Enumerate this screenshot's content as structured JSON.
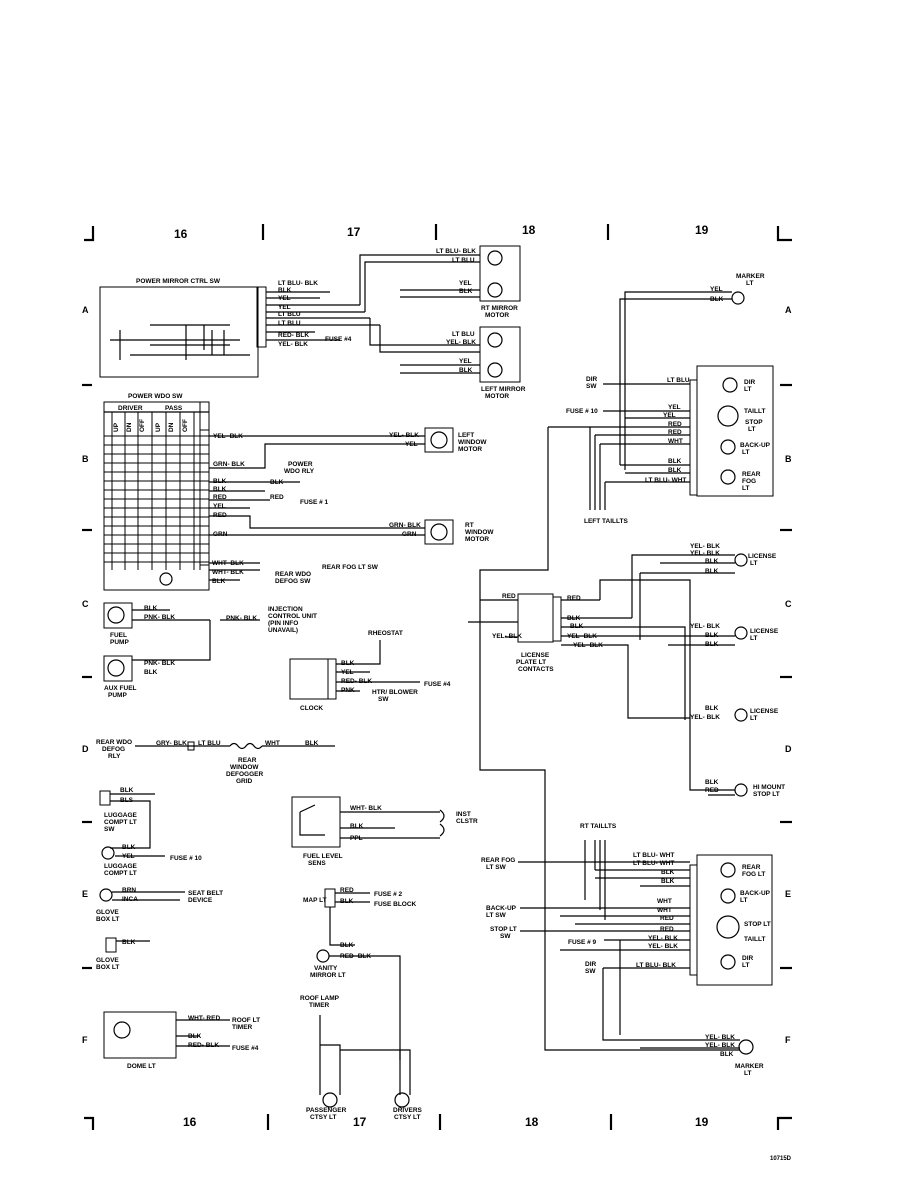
{
  "grid": {
    "columns_top": [
      "16",
      "17",
      "18",
      "19"
    ],
    "columns_bottom": [
      "16",
      "17",
      "18",
      "19"
    ],
    "rows_left": [
      "A",
      "B",
      "C",
      "D",
      "E",
      "F"
    ],
    "rows_right": [
      "A",
      "B",
      "C",
      "D",
      "E",
      "F"
    ],
    "figure_id": "10715D"
  },
  "components": {
    "power_mirror_ctrl_sw": "POWER MIRROR CTRL SW",
    "rt_mirror_motor": [
      "RT MIRROR",
      "MOTOR"
    ],
    "left_mirror_motor": [
      "LEFT MIRROR",
      "MOTOR"
    ],
    "fuse4": "FUSE #4",
    "power_wdo_sw": "POWER WDO SW",
    "driver": "DRIVER",
    "pass": "PASS",
    "sw_cols": [
      "UP",
      "DN",
      "OFF",
      "UP",
      "DN",
      "OFF"
    ],
    "left_window_motor": [
      "LEFT",
      "WINDOW",
      "MOTOR"
    ],
    "power_wdo_rly": [
      "POWER",
      "WDO RLY"
    ],
    "fuse1": "FUSE # 1",
    "rt_window_motor": [
      "RT",
      "WINDOW",
      "MOTOR"
    ],
    "rear_fog_lt_sw": "REAR FOG LT SW",
    "rear_wdo_defog_sw": [
      "REAR WDO",
      "DEFOG SW"
    ],
    "injection": [
      "INJECTION",
      "CONTROL UNIT",
      "(PIN INFO",
      "UNAVAIL)"
    ],
    "fuel_pump": [
      "FUEL",
      "PUMP"
    ],
    "aux_fuel_pump": [
      "AUX FUEL",
      "PUMP"
    ],
    "rheostat": "RHEOSTAT",
    "clock": "CLOCK",
    "htr_blower_sw": [
      "HTR/ BLOWER",
      "SW"
    ],
    "rear_wdo_defog_rly": [
      "REAR WDO",
      "DEFOG",
      "RLY"
    ],
    "defogger_grid": [
      "REAR",
      "WINDOW",
      "DEFOGGER",
      "GRID"
    ],
    "luggage_sw": [
      "LUGGAGE",
      "COMPT LT",
      "SW"
    ],
    "luggage_lt": [
      "LUGGAGE",
      "COMPT LT"
    ],
    "fuse10": "FUSE # 10",
    "fuel_level_sens": [
      "FUEL LEVEL",
      "SENS"
    ],
    "inst_clstr": [
      "INST",
      "CLSTR"
    ],
    "seat_belt": [
      "SEAT BELT",
      "DEVICE"
    ],
    "glove_box_lt": [
      "GLOVE",
      "BOX LT"
    ],
    "map_lt": "MAP LT",
    "fuse2": "FUSE # 2",
    "fuse_block": "FUSE BLOCK",
    "vanity_mirror_lt": [
      "VANITY",
      "MIRROR LT"
    ],
    "roof_lamp_timer": [
      "ROOF LAMP",
      "TIMER"
    ],
    "roof_lt_timer": [
      "ROOF LT",
      "TIMER"
    ],
    "dome_lt": "DOME LT",
    "fuse4b": "FUSE #4",
    "passenger_ctsy_lt": [
      "PASSENGER",
      "CTSY LT"
    ],
    "drivers_ctsy_lt": [
      "DRIVERS",
      "CTSY LT"
    ],
    "marker_lt": [
      "MARKER",
      "LT"
    ],
    "dir_sw": [
      "DIR",
      "SW"
    ],
    "fuse10b": "FUSE # 10",
    "dir_lt": [
      "DIR",
      "LT"
    ],
    "taillt": "TAILLT",
    "stop_lt": [
      "STOP",
      "LT"
    ],
    "backup_lt": [
      "BACK-UP",
      "LT"
    ],
    "rear_fog_lt": [
      "REAR",
      "FOG",
      "LT"
    ],
    "left_taillts": "LEFT TAILLTS",
    "license_lt": [
      "LICENSE",
      "LT"
    ],
    "license_plate_contacts": [
      "LICENSE",
      "PLATE LT",
      "CONTACTS"
    ],
    "hi_mount_stop_lt": [
      "HI MOUNT",
      "STOP LT"
    ],
    "rt_taillts": "RT TAILLTS",
    "rear_fog_lt_sw2": [
      "REAR FOG",
      "LT SW"
    ],
    "rear_fog_lt2": [
      "REAR",
      "FOG LT"
    ],
    "backup_lt_sw": [
      "BACK-UP",
      "LT SW"
    ],
    "backup_lt2": [
      "BACK-UP",
      "LT"
    ],
    "stop_lt_sw": [
      "STOP LT",
      "SW"
    ],
    "stop_lt2": "STOP LT",
    "taillt2": "TAILLT",
    "fuse9": "FUSE # 9",
    "dir_sw2": [
      "DIR",
      "SW"
    ],
    "dir_lt2": [
      "DIR",
      "LT"
    ],
    "marker_lt2": [
      "MARKER",
      "LT"
    ]
  },
  "wires": {
    "LTBLU_BLK": "LT BLU- BLK",
    "LTBLU": "LT BLU",
    "BLK": "BLK",
    "YEL": "YEL",
    "RED_BLK": "RED- BLK",
    "YEL_BLK": "YEL- BLK",
    "GRN_BLK": "GRN- BLK",
    "RED": "RED",
    "GRN": "GRN",
    "WHT_BLK": "WHT- BLK",
    "PNK_BLK": "PNK- BLK",
    "PNK": "PNK",
    "GRY_BLK": "GRY- BLK",
    "WHT": "WHT",
    "BLS": "BLS",
    "PPL": "PPL",
    "BRN": "BRN",
    "INCA": "INCA",
    "WHT_RED": "WHT- RED",
    "LTBLU_WHT": "LT BLU- WHT"
  }
}
